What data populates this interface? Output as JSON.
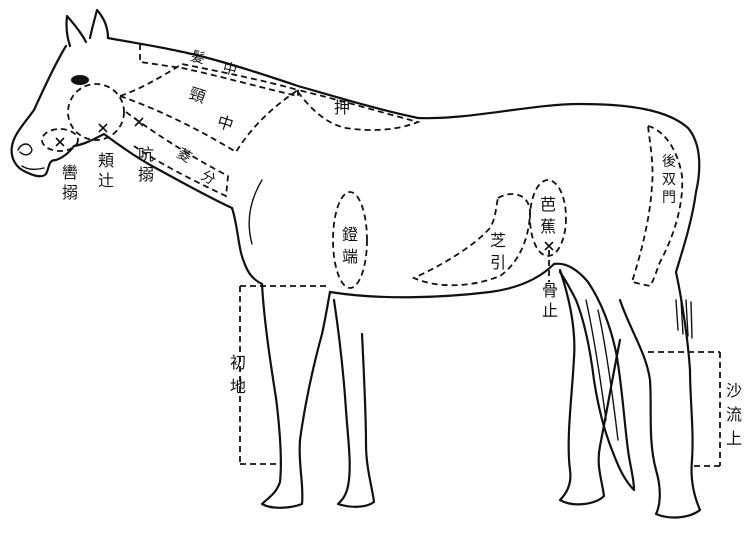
{
  "labels": {
    "mane_line": [
      "髪",
      "中"
    ],
    "neck_middle": [
      "頸",
      "中"
    ],
    "neck_lower": [
      "菱",
      "分"
    ],
    "mouth": [
      "轡",
      "搦"
    ],
    "cheek": [
      "頬",
      "辻"
    ],
    "throat": [
      "吭",
      "搦"
    ],
    "withers": "押",
    "stirrup": [
      "鐙",
      "端"
    ],
    "flank_fold": [
      "芝",
      "引"
    ],
    "belly_point": [
      "芭",
      "蕉"
    ],
    "sheath": [
      "骨",
      "止"
    ],
    "hind_thigh": [
      "後",
      "双",
      "門"
    ],
    "foreleg": [
      "初",
      "地"
    ],
    "hind_leg": [
      "沙",
      "流",
      "上"
    ]
  },
  "colors": {
    "line": "#111111",
    "background": "#ffffff"
  }
}
